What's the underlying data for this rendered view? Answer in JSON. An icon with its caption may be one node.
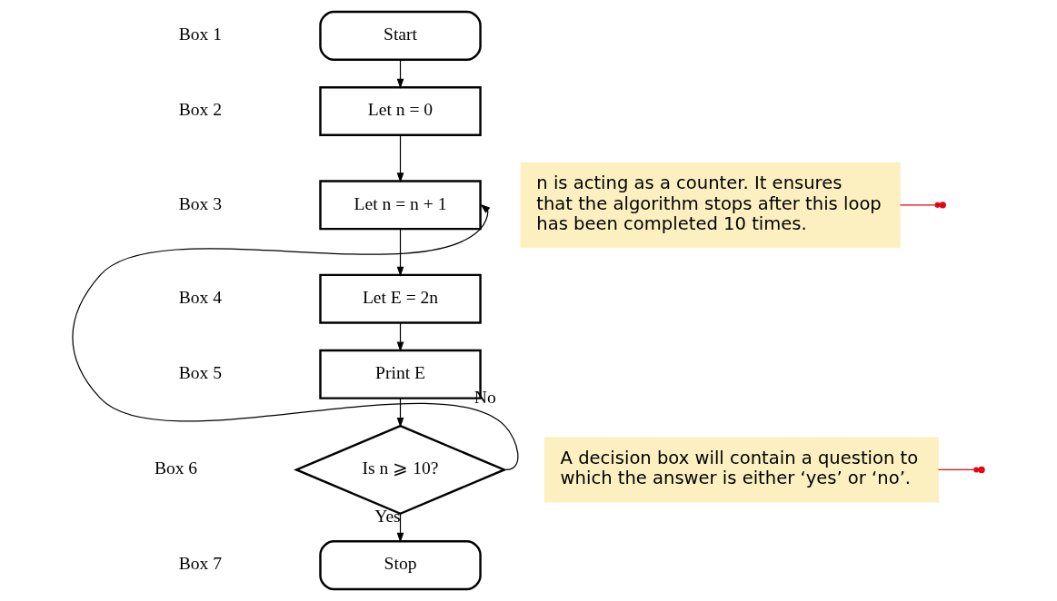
{
  "diagram": {
    "nodes": [
      {
        "text": [
          "Start"
        ]
      },
      {
        "text": [
          "Let n = 0"
        ]
      },
      {
        "text": [
          "Let n = n + 1"
        ]
      },
      {
        "text": [
          "Let E = 2n"
        ]
      },
      {
        "text": [
          "Print E"
        ]
      },
      {
        "text": [
          "Is n ⩾ 10?"
        ]
      },
      {
        "text": [
          "Stop"
        ]
      },
      {
        "text": [
          "n is acting as a counter. It ensures that the algorithm stops after this loop has been completed 10 times."
        ]
      },
      {
        "text": [
          "A decision box will contain a question to which the answer is either ‘yes’ or ‘no’."
        ]
      }
    ],
    "edges": [
      {
        "from": 0,
        "to": 1,
        "arrow": "to"
      },
      {
        "from": 1,
        "to": 2,
        "arrow": "to"
      },
      {
        "from": 2,
        "to": 3,
        "arrow": "to"
      },
      {
        "from": 3,
        "to": 4,
        "arrow": "to"
      },
      {
        "from": 4,
        "to": 5,
        "arrow": "to"
      },
      {
        "from": 5,
        "to": 6,
        "label": "Yes",
        "arrow": "to"
      },
      {
        "from": 5,
        "to": 2,
        "label": "No",
        "arrow": "to"
      },
      {
        "from": 7,
        "to": null,
        "arrow": "other",
        "color": "#e30613"
      },
      {
        "from": 8,
        "to": null,
        "arrow": "other",
        "color": "#e30613"
      }
    ],
    "labels": [
      "Box 1",
      "Box 2",
      "Box 3",
      "Box 4",
      "Box 5",
      "Box 6",
      "Box 7"
    ]
  }
}
